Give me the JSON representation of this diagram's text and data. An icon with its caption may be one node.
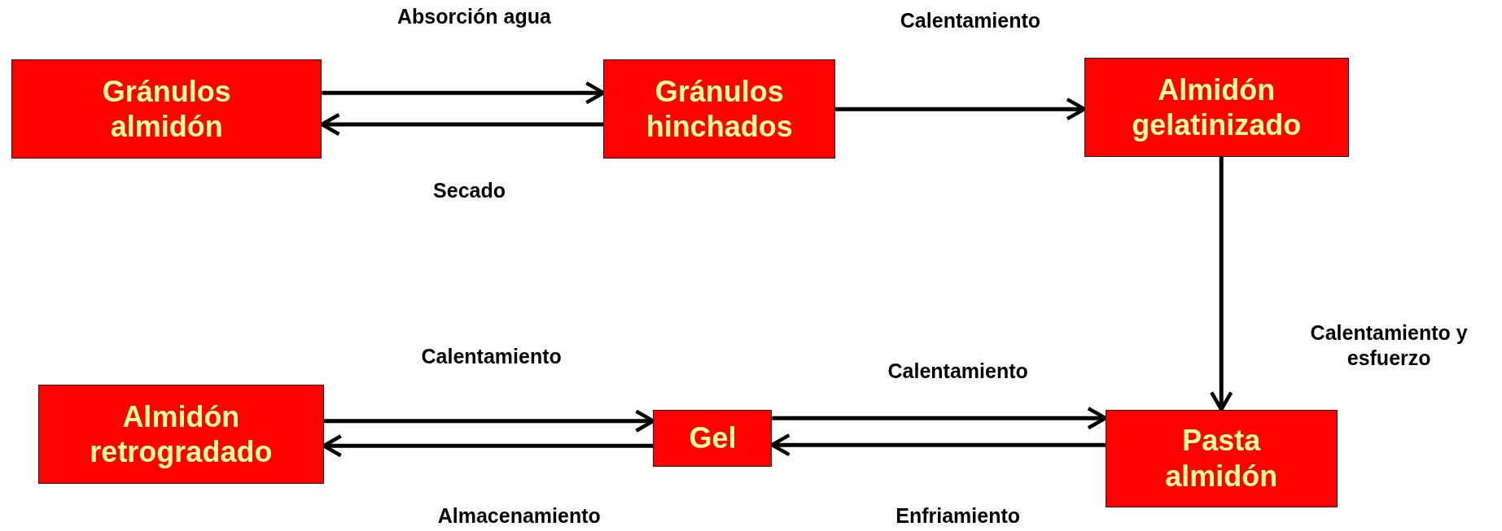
{
  "diagram": {
    "nodes": [
      {
        "text": [
          "Gránulos almidón"
        ]
      },
      {
        "text": [
          "Gránulos hinchados"
        ]
      },
      {
        "text": [
          "Almidón gelatinizado"
        ]
      },
      {
        "text": [
          "Pasta almidón"
        ]
      },
      {
        "text": [
          "Gel"
        ]
      },
      {
        "text": [
          "Almidón retrogradado"
        ]
      }
    ],
    "edges": [
      {
        "from": 0,
        "to": 1,
        "arrow": "to",
        "label": "Absorción agua"
      },
      {
        "from": 1,
        "to": 0,
        "arrow": "to",
        "label": "Secado"
      },
      {
        "from": 1,
        "to": 2,
        "arrow": "to",
        "label": "Calentamiento"
      },
      {
        "from": 2,
        "to": 3,
        "arrow": "to",
        "label": "Calentamiento y esfuerzo"
      },
      {
        "from": 4,
        "to": 3,
        "arrow": "to",
        "label": "Calentamiento"
      },
      {
        "from": 3,
        "to": 4,
        "arrow": "to",
        "label": "Enfriamiento"
      },
      {
        "from": 5,
        "to": 4,
        "arrow": "to",
        "label": "Calentamiento"
      },
      {
        "from": 4,
        "to": 5,
        "arrow": "to",
        "label": "Almacenamiento"
      }
    ]
  }
}
